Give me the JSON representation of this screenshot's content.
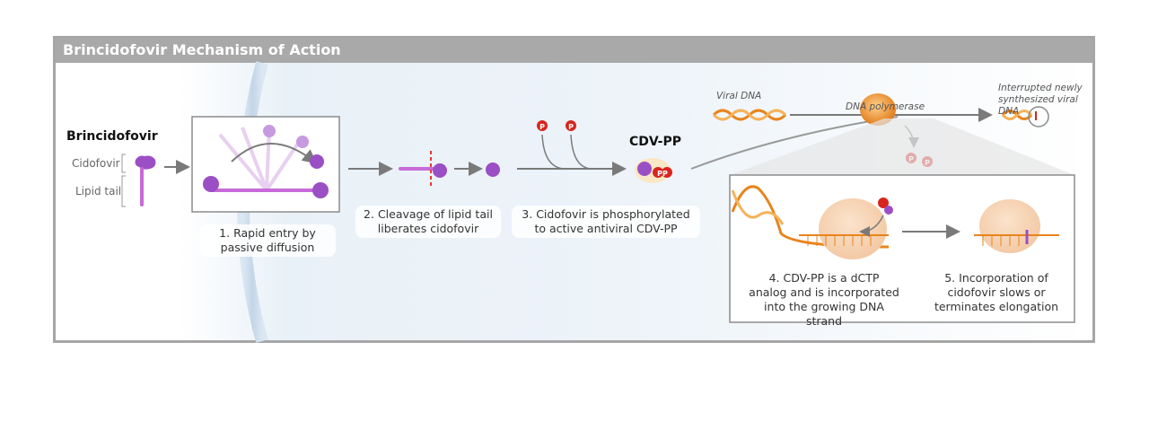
{
  "title": "Brincidofovir Mechanism of Action",
  "legend": {
    "drug": "Brincidofovir",
    "cidofovir": "Cidofovir",
    "lipid_tail": "Lipid tail"
  },
  "steps": {
    "step1": "1. Rapid entry by passive diffusion",
    "step2": "2. Cleavage of lipid tail liberates cidofovir",
    "step3": "3. Cidofovir is phosphorylated to active antiviral CDV-PP",
    "step4": "4. CDV-PP is a dCTP analog and is incorporated into the growing DNA strand",
    "step5": "5. Incorporation of cidofovir slows or terminates elongation"
  },
  "molecules": {
    "cdv_pp": "CDV-PP",
    "phosphate_symbol": "P",
    "pp_symbol": "PP"
  },
  "dna_labels": {
    "viral_dna": "Viral DNA",
    "polymerase": "DNA polymerase",
    "interrupted": "Interrupted newly synthesized viral DNA"
  },
  "colors": {
    "title_bar": "#a9a9a9",
    "molecule": "#9b4fc4",
    "phosphate": "#d7261e",
    "dna": "#e8841c",
    "polymerase": "#f0a040"
  }
}
